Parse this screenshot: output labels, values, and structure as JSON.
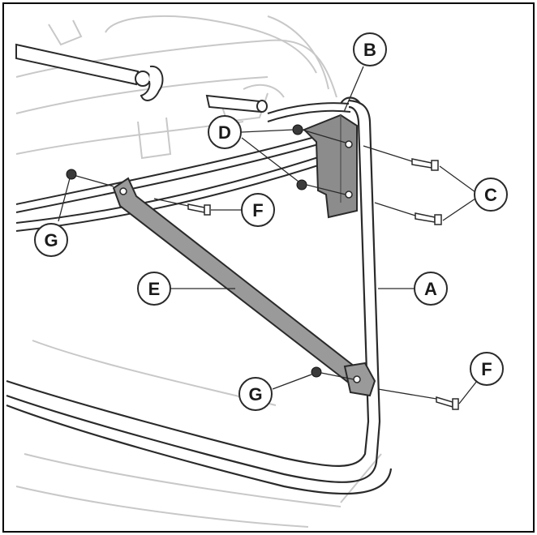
{
  "callouts": {
    "A": "A",
    "B": "B",
    "C": "C",
    "D": "D",
    "E": "E",
    "F_top": "F",
    "F_bottom": "F",
    "G_left": "G",
    "G_bottom": "G"
  },
  "colors": {
    "line": "#2a2a2a",
    "sketch": "#c8c8c8",
    "bracket": "#8c8c8c",
    "brace": "#9a9a9a",
    "frame": "#000000"
  }
}
